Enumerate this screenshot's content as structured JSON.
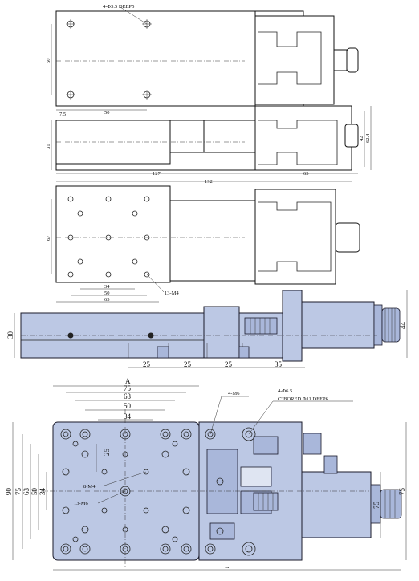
{
  "top_view": {
    "hole_callout": "4-Φ3.5 DEEP5",
    "dim_width_top": "50",
    "dim_offset_top": "7.5",
    "dim_height_top": "50"
  },
  "side_view_1": {
    "dim_height": "31",
    "dim_body_len": "127",
    "dim_total_len": "192",
    "dim_motor_len": "65",
    "dim_motor_h1": "42",
    "dim_motor_h2": "62.4"
  },
  "grid_view": {
    "dim_height": "67",
    "dim_pitch1": "34",
    "dim_pitch2": "50",
    "dim_pitch3": "65",
    "thread_callout": "13-M4"
  },
  "side_view_2": {
    "dim_height_left": "30",
    "dim_height_right": "44",
    "pitches": [
      "25",
      "25",
      "25"
    ],
    "pitch_last": "35"
  },
  "plan_view": {
    "label_a": "A",
    "dim_75": "75",
    "dim_63": "63",
    "dim_50": "50",
    "dim_34": "34",
    "callout_m6_4": "4-M6",
    "callout_bore_1": "4-Φ6.5",
    "callout_bore_2": "C' BORED Φ11 DEEP6",
    "callout_m4": "8-M4",
    "callout_m6_13": "13-M6",
    "dim_25": "25",
    "vert_90": "90",
    "vert_75": "75",
    "vert_63": "63",
    "vert_50": "50",
    "vert_34": "34",
    "right_75_inner": "75",
    "right_75_outer": "75",
    "label_l": "L"
  },
  "colors": {
    "stage_fill": "#bcc8e4",
    "stage_dark": "#a9b7da",
    "line": "#222222"
  }
}
